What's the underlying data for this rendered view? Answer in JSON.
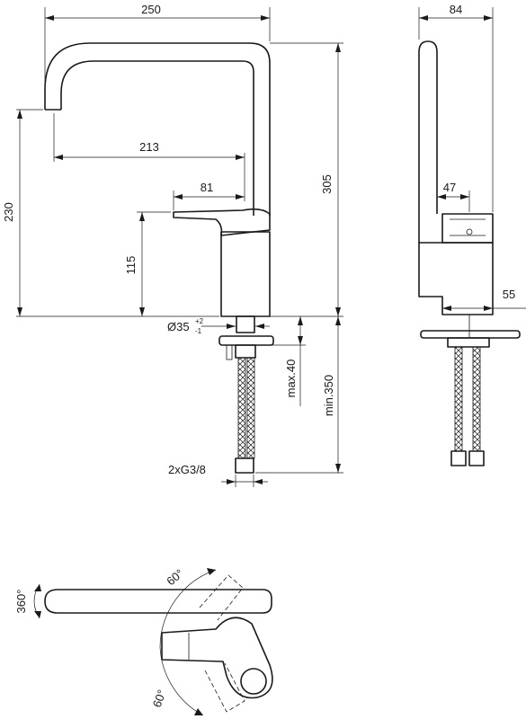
{
  "colors": {
    "ink": "#1a1a1a",
    "paper": "#ffffff"
  },
  "front_view": {
    "dim_width": "250",
    "dim_spout_reach": "213",
    "dim_lever_reach": "81",
    "dim_spout_height": "230",
    "dim_total_height": "305",
    "dim_body_height": "115",
    "dim_hole_prefix": "Ø35",
    "dim_hole_tol_plus": "+2",
    "dim_hole_tol_minus": "-1",
    "dim_max_deck": "max.40",
    "dim_min_hose": "min.350",
    "dim_connection": "2xG3/8"
  },
  "side_view": {
    "dim_depth": "84",
    "dim_lever": "47",
    "dim_base": "55"
  },
  "top_view": {
    "rotation": "360°",
    "lever_angle_top": "60°",
    "lever_angle_bottom": "60°"
  }
}
